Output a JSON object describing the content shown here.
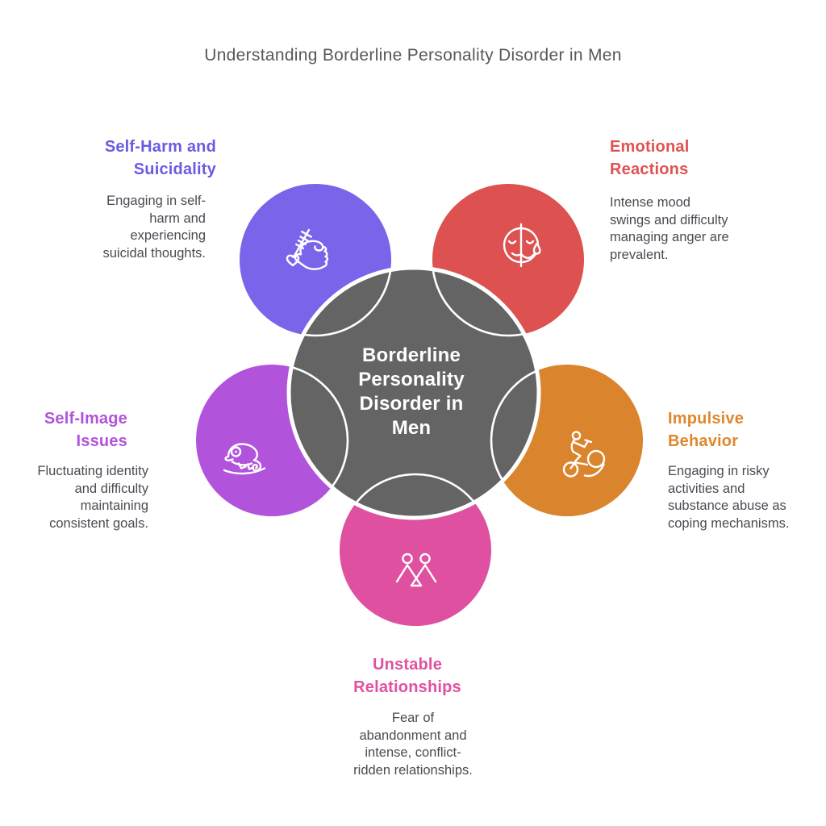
{
  "title": "Understanding Borderline Personality Disorder in Men",
  "center": {
    "label": "Borderline\nPersonality\nDisorder in\nMen",
    "color": "#646464",
    "label_color": "#ffffff"
  },
  "body_text_color": "#4A4B53",
  "title_color": "#58585A",
  "sections": [
    {
      "position": "top-left",
      "heading": "Self-Harm and\nSuicidality",
      "description": "Engaging in self-\nharm and\nexperiencing\nsuicidal thoughts.",
      "color": "#7A65EA",
      "heading_color": "#6A5BE1",
      "icon": "fist-holding-blade-icon"
    },
    {
      "position": "top-right",
      "heading": "Emotional\nReactions",
      "description": "Intense mood\nswings and difficulty\nmanaging anger are\nprevalent.",
      "color": "#DD5150",
      "heading_color": "#E05251",
      "icon": "two-mood-face-icon"
    },
    {
      "position": "middle-left",
      "heading": "Self-Image\nIssues",
      "description": "Fluctuating identity\nand difficulty\nmaintaining\nconsistent goals.",
      "color": "#B253DC",
      "heading_color": "#B153DB",
      "icon": "chameleon-icon"
    },
    {
      "position": "middle-right",
      "heading": "Impulsive\nBehavior",
      "description": "Engaging in risky\nactivities and\nsubstance abuse as\ncoping mechanisms.",
      "color": "#DA842E",
      "heading_color": "#E0872D",
      "icon": "bmx-rider-icon"
    },
    {
      "position": "bottom",
      "heading": "Unstable\nRelationships",
      "description": "Fear of\nabandonment and\nintense, conflict-\nridden relationships.",
      "color": "#DF50A0",
      "heading_color": "#E051A1",
      "icon": "two-people-holding-hands-icon"
    }
  ]
}
